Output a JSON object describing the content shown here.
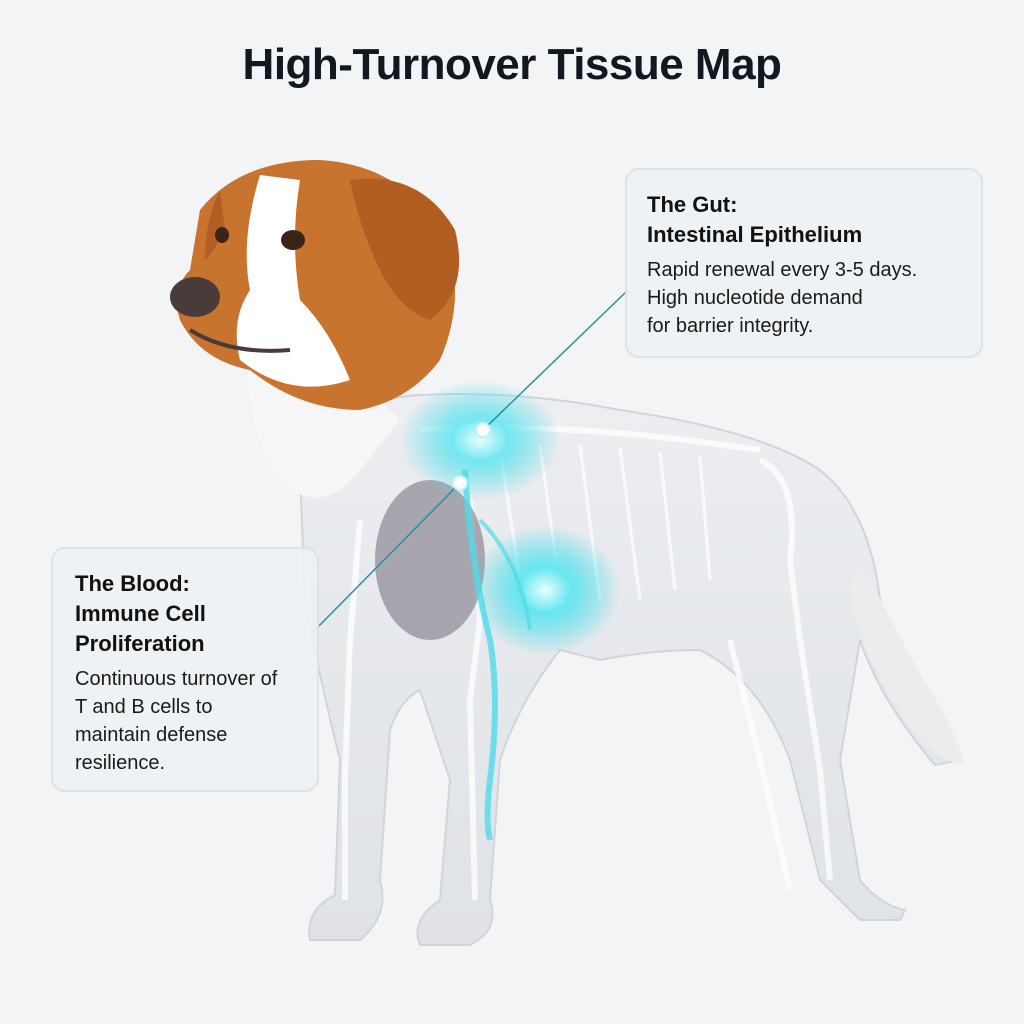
{
  "title": "High-Turnover Tissue Map",
  "callouts": {
    "gut": {
      "heading_line1": "The Gut:",
      "heading_line2": "Intestinal Epithelium",
      "body_line1": "Rapid renewal every 3-5 days.",
      "body_line2": "High nucleotide demand",
      "body_line3": "for barrier integrity."
    },
    "blood": {
      "heading_line1": "The Blood:",
      "heading_line2": "Immune Cell",
      "heading_line3": "Proliferation",
      "body_line1": "Continuous turnover of",
      "body_line2": "T and B cells to",
      "body_line3": "maintain defense",
      "body_line4": "resilience."
    }
  },
  "colors": {
    "background": "#f3f4f5",
    "highlight_glow": "#3fd8e8",
    "fur_orange": "#c8732e",
    "fur_white": "#ffffff",
    "body_translucent": "#e6e8ec"
  },
  "illustration": {
    "subject": "dog",
    "highlighted_regions": [
      "intestine",
      "blood-vessels"
    ]
  }
}
